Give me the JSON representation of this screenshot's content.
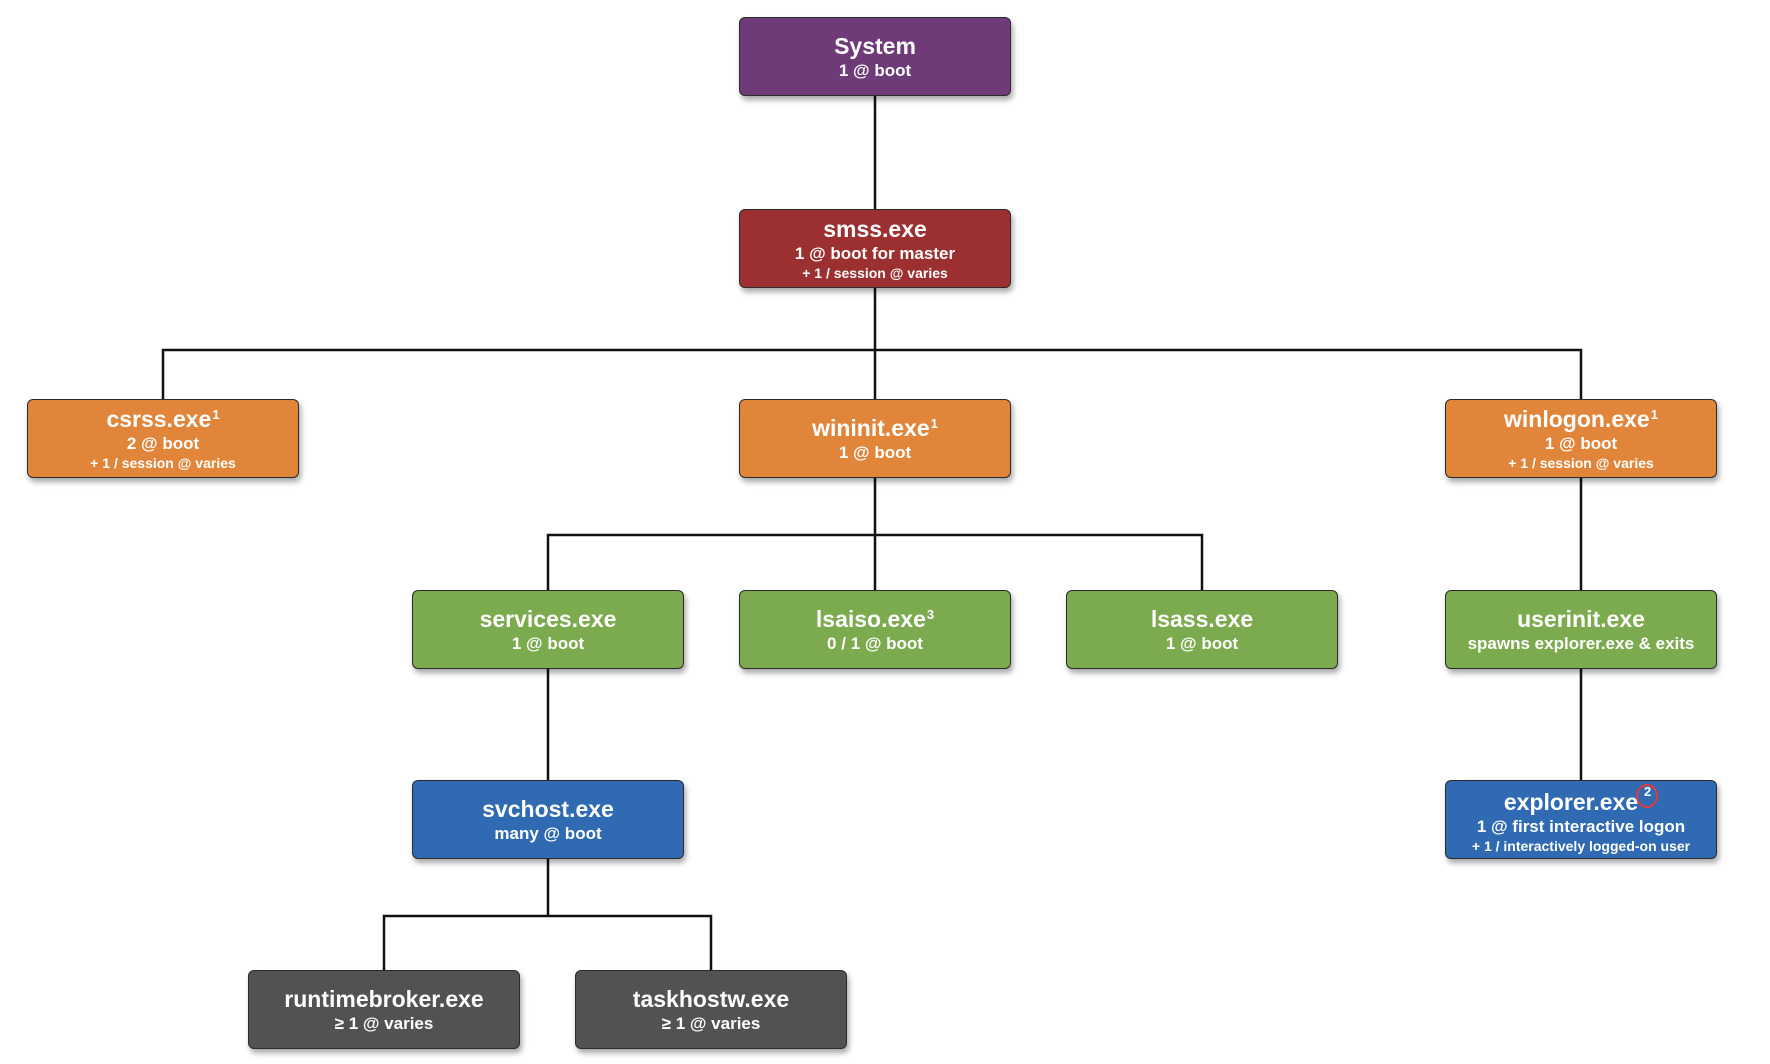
{
  "nodes": {
    "system": {
      "title": "System",
      "line1": "1 @ boot",
      "line2": ""
    },
    "smss": {
      "title": "smss.exe",
      "line1": "1 @ boot for master",
      "line2": "+ 1 / session @ varies"
    },
    "csrss": {
      "title": "csrss.exe",
      "sup": "1",
      "line1": "2 @ boot",
      "line2": "+ 1 / session @ varies"
    },
    "wininit": {
      "title": "wininit.exe",
      "sup": "1",
      "line1": "1 @ boot",
      "line2": ""
    },
    "winlogon": {
      "title": "winlogon.exe",
      "sup": "1",
      "line1": "1 @ boot",
      "line2": "+ 1 / session @ varies"
    },
    "services": {
      "title": "services.exe",
      "line1": "1 @ boot",
      "line2": ""
    },
    "lsaiso": {
      "title": "lsaiso.exe",
      "sup": "3",
      "line1": "0 / 1 @ boot",
      "line2": ""
    },
    "lsass": {
      "title": "lsass.exe",
      "line1": "1 @ boot",
      "line2": ""
    },
    "userinit": {
      "title": "userinit.exe",
      "line1": "spawns explorer.exe & exits",
      "line2": ""
    },
    "svchost": {
      "title": "svchost.exe",
      "line1": "many @ boot",
      "line2": ""
    },
    "explorer": {
      "title": "explorer.exe",
      "sup": "2",
      "line1": "1 @ first interactive logon",
      "line2": "+ 1 / interactively logged-on user"
    },
    "runtimebroker": {
      "title": "runtimebroker.exe",
      "line1": "≥ 1 @ varies",
      "line2": ""
    },
    "taskhostw": {
      "title": "taskhostw.exe",
      "line1": "≥ 1 @ varies",
      "line2": ""
    }
  },
  "edges": [
    [
      "system",
      "smss"
    ],
    [
      "smss",
      "csrss"
    ],
    [
      "smss",
      "wininit"
    ],
    [
      "smss",
      "winlogon"
    ],
    [
      "wininit",
      "services"
    ],
    [
      "wininit",
      "lsaiso"
    ],
    [
      "wininit",
      "lsass"
    ],
    [
      "winlogon",
      "userinit"
    ],
    [
      "userinit",
      "explorer"
    ],
    [
      "services",
      "svchost"
    ],
    [
      "svchost",
      "runtimebroker"
    ],
    [
      "svchost",
      "taskhostw"
    ]
  ],
  "colors": {
    "system": "#6e3b78",
    "smss": "#9c2f2f",
    "session_level": "#e1853b",
    "core_service": "#7caa4e",
    "host": "#2f6ab2",
    "worker": "#525252",
    "highlight": "#e23b3b"
  }
}
